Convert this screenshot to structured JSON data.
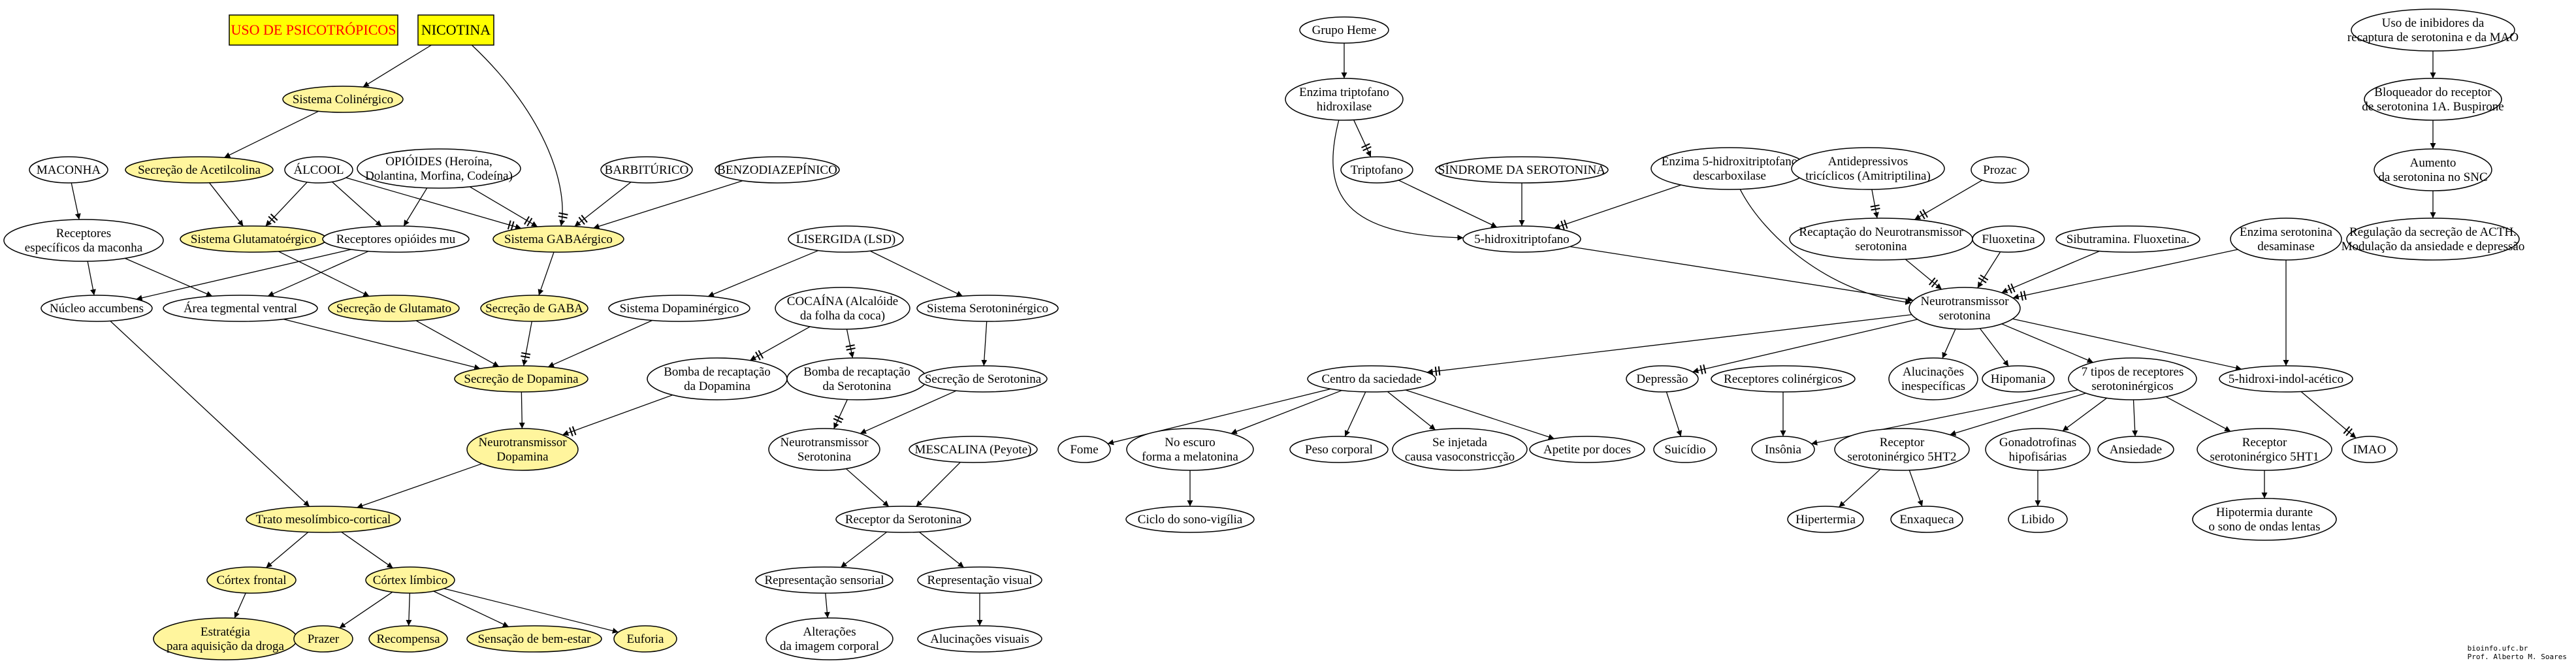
{
  "colors": {
    "highlight_fill": "#fff59d",
    "plain_fill": "#ffffff",
    "title_box_fill": "#ffff00",
    "title_box_text_red": "#ff0000",
    "title_box_text_black": "#000000",
    "line": "#000000"
  },
  "title_boxes": [
    {
      "id": "uso",
      "text": "USO DE PSICOTRÓPICOS",
      "text_color": "#ff0000"
    },
    {
      "id": "nicotina",
      "text": "NICOTINA",
      "text_color": "#000000"
    }
  ],
  "nodes": [
    {
      "id": "colinergico",
      "lines": [
        "Sistema Colinérgico"
      ],
      "highlight": true
    },
    {
      "id": "acetilcolina",
      "lines": [
        "Secreção de Acetilcolina"
      ],
      "highlight": true
    },
    {
      "id": "maconha",
      "lines": [
        "MACONHA"
      ],
      "highlight": false
    },
    {
      "id": "alcool",
      "lines": [
        "ÁLCOOL"
      ],
      "highlight": false
    },
    {
      "id": "opioides",
      "lines": [
        "OPIÓIDES (Heroína,",
        "Dolantina, Morfina, Codeína)"
      ],
      "highlight": false
    },
    {
      "id": "barbiturico",
      "lines": [
        "BARBITÚRICO"
      ],
      "highlight": false
    },
    {
      "id": "benzo",
      "lines": [
        "BENZODIAZEPÍNICO"
      ],
      "highlight": false
    },
    {
      "id": "rec_maconha",
      "lines": [
        "Receptores",
        "específicos da maconha"
      ],
      "highlight": false
    },
    {
      "id": "glutamatergico",
      "lines": [
        "Sistema Glutamatoérgico"
      ],
      "highlight": true
    },
    {
      "id": "rec_opioides",
      "lines": [
        "Receptores opióides mu"
      ],
      "highlight": false
    },
    {
      "id": "gabaergico",
      "lines": [
        "Sistema GABAérgico"
      ],
      "highlight": true
    },
    {
      "id": "lsd",
      "lines": [
        "LISERGIDA (LSD)"
      ],
      "highlight": false
    },
    {
      "id": "nucleo",
      "lines": [
        "Núcleo accumbens"
      ],
      "highlight": false
    },
    {
      "id": "area_teg",
      "lines": [
        "Área tegmental ventral"
      ],
      "highlight": false
    },
    {
      "id": "sec_glutamato",
      "lines": [
        "Secreção de Glutamato"
      ],
      "highlight": true
    },
    {
      "id": "sec_gaba",
      "lines": [
        "Secreção de GABA"
      ],
      "highlight": true
    },
    {
      "id": "dopaminergico",
      "lines": [
        "Sistema Dopaminérgico"
      ],
      "highlight": false
    },
    {
      "id": "cocaina",
      "lines": [
        "COCAÍNA (Alcalóide",
        "da folha da coca)"
      ],
      "highlight": false
    },
    {
      "id": "serotoninergico",
      "lines": [
        "Sistema Serotoninérgico"
      ],
      "highlight": false
    },
    {
      "id": "bomba_dopa",
      "lines": [
        "Bomba de recaptação",
        "da Dopamina"
      ],
      "highlight": false
    },
    {
      "id": "sec_dopamina",
      "lines": [
        "Secreção de Dopamina"
      ],
      "highlight": true
    },
    {
      "id": "bomba_sero",
      "lines": [
        "Bomba de recaptação",
        "da Serotonina"
      ],
      "highlight": false
    },
    {
      "id": "sec_sero",
      "lines": [
        "Secreção de Serotonina"
      ],
      "highlight": false
    },
    {
      "id": "nt_dopamina",
      "lines": [
        "Neurotransmissor",
        "Dopamina"
      ],
      "highlight": true
    },
    {
      "id": "nt_sero_left",
      "lines": [
        "Neurotransmissor",
        "Serotonina"
      ],
      "highlight": false
    },
    {
      "id": "mescalina",
      "lines": [
        "MESCALINA (Peyote)"
      ],
      "highlight": false
    },
    {
      "id": "trato",
      "lines": [
        "Trato mesolímbico-cortical"
      ],
      "highlight": true
    },
    {
      "id": "receptor_sero",
      "lines": [
        "Receptor da Serotonina"
      ],
      "highlight": false
    },
    {
      "id": "cortex_frontal",
      "lines": [
        "Córtex frontal"
      ],
      "highlight": true
    },
    {
      "id": "cortex_limbico",
      "lines": [
        "Córtex límbico"
      ],
      "highlight": true
    },
    {
      "id": "rep_sensorial",
      "lines": [
        "Representação sensorial"
      ],
      "highlight": false
    },
    {
      "id": "rep_visual",
      "lines": [
        "Representação visual"
      ],
      "highlight": false
    },
    {
      "id": "estrategia",
      "lines": [
        "Estratégia",
        "para aquisição da droga"
      ],
      "highlight": true
    },
    {
      "id": "prazer",
      "lines": [
        "Prazer"
      ],
      "highlight": true
    },
    {
      "id": "recompensa",
      "lines": [
        "Recompensa"
      ],
      "highlight": true
    },
    {
      "id": "bem_estar",
      "lines": [
        "Sensação de bem-estar"
      ],
      "highlight": true
    },
    {
      "id": "euforia",
      "lines": [
        "Euforia"
      ],
      "highlight": true
    },
    {
      "id": "alteracoes",
      "lines": [
        "Alterações",
        "da imagem corporal"
      ],
      "highlight": false
    },
    {
      "id": "aluc_visuais",
      "lines": [
        "Alucinações visuais"
      ],
      "highlight": false
    },
    {
      "id": "grupo_heme",
      "lines": [
        "Grupo Heme"
      ],
      "highlight": false
    },
    {
      "id": "enzima_trip",
      "lines": [
        "Enzima triptofano",
        "hidroxilase"
      ],
      "highlight": false
    },
    {
      "id": "triptofano",
      "lines": [
        "Triptofano"
      ],
      "highlight": false
    },
    {
      "id": "sindrome",
      "lines": [
        "SÍNDROME DA SEROTONINA"
      ],
      "highlight": false
    },
    {
      "id": "enzima_5htp",
      "lines": [
        "Enzima 5-hidroxitriptofano",
        "descarboxilase"
      ],
      "highlight": false
    },
    {
      "id": "antidepressivos",
      "lines": [
        "Antidepressivos",
        "tricíclicos (Amitriptilina)"
      ],
      "highlight": false
    },
    {
      "id": "prozac",
      "lines": [
        "Prozac"
      ],
      "highlight": false
    },
    {
      "id": "uso_mao",
      "lines": [
        "Uso de inibidores da",
        "recaptura de serotonina e da MAO"
      ],
      "highlight": false
    },
    {
      "id": "bloqueador",
      "lines": [
        "Bloqueador do receptor",
        "de serotonina 1A. Buspirone"
      ],
      "highlight": false
    },
    {
      "id": "aumento",
      "lines": [
        "Aumento",
        "da serotonina no SNC"
      ],
      "highlight": false
    },
    {
      "id": "regulacao",
      "lines": [
        "Regulação da secreção de ACTH.",
        "Modulação da ansiedade e depressão"
      ],
      "highlight": false
    },
    {
      "id": "hidroxitriptofano",
      "lines": [
        "5-hidroxitriptofano"
      ],
      "highlight": false
    },
    {
      "id": "recaptacao",
      "lines": [
        "Recaptação do Neurotransmissor",
        "serotonina"
      ],
      "highlight": false
    },
    {
      "id": "fluoxetina",
      "lines": [
        "Fluoxetina"
      ],
      "highlight": false
    },
    {
      "id": "sibutramina",
      "lines": [
        "Sibutramina. Fluoxetina."
      ],
      "highlight": false
    },
    {
      "id": "enzima_sero",
      "lines": [
        "Enzima serotonina",
        "desaminase"
      ],
      "highlight": false
    },
    {
      "id": "nt_sero_right",
      "lines": [
        "Neurotransmissor",
        "serotonina"
      ],
      "highlight": false
    },
    {
      "id": "centro_saciedade",
      "lines": [
        "Centro da saciedade"
      ],
      "highlight": false
    },
    {
      "id": "depressao",
      "lines": [
        "Depressão"
      ],
      "highlight": false
    },
    {
      "id": "rec_colinergicos",
      "lines": [
        "Receptores colinérgicos"
      ],
      "highlight": false
    },
    {
      "id": "alucinacoes",
      "lines": [
        "Alucinações",
        "inespecíficas"
      ],
      "highlight": false
    },
    {
      "id": "hipomania",
      "lines": [
        "Hipomania"
      ],
      "highlight": false
    },
    {
      "id": "tipos_receptores",
      "lines": [
        "7 tipos de receptores",
        "serotoninérgicos"
      ],
      "highlight": false
    },
    {
      "id": "hidroxi_indol",
      "lines": [
        "5-hidroxi-indol-acético"
      ],
      "highlight": false
    },
    {
      "id": "fome",
      "lines": [
        "Fome"
      ],
      "highlight": false
    },
    {
      "id": "no_escuro",
      "lines": [
        "No escuro",
        "forma a melatonina"
      ],
      "highlight": false
    },
    {
      "id": "peso",
      "lines": [
        "Peso corporal"
      ],
      "highlight": false
    },
    {
      "id": "injetada",
      "lines": [
        "Se injetada",
        "causa vasoconstricção"
      ],
      "highlight": false
    },
    {
      "id": "apetite",
      "lines": [
        "Apetite por doces"
      ],
      "highlight": false
    },
    {
      "id": "suicidio",
      "lines": [
        "Suicídio"
      ],
      "highlight": false
    },
    {
      "id": "insonia",
      "lines": [
        "Insônia"
      ],
      "highlight": false
    },
    {
      "id": "receptor_5ht2",
      "lines": [
        "Receptor",
        "serotoninérgico 5HT2"
      ],
      "highlight": false
    },
    {
      "id": "gonadotrofinas",
      "lines": [
        "Gonadotrofinas",
        "hipofisárias"
      ],
      "highlight": false
    },
    {
      "id": "ansiedade",
      "lines": [
        "Ansiedade"
      ],
      "highlight": false
    },
    {
      "id": "receptor_5ht1",
      "lines": [
        "Receptor",
        "serotoninérgico 5HT1"
      ],
      "highlight": false
    },
    {
      "id": "imao",
      "lines": [
        "IMAO"
      ],
      "highlight": false
    },
    {
      "id": "ciclo",
      "lines": [
        "Ciclo do sono-vigília"
      ],
      "highlight": false
    },
    {
      "id": "hipertermia",
      "lines": [
        "Hipertermia"
      ],
      "highlight": false
    },
    {
      "id": "enxaqueca",
      "lines": [
        "Enxaqueca"
      ],
      "highlight": false
    },
    {
      "id": "libido",
      "lines": [
        "Libido"
      ],
      "highlight": false
    },
    {
      "id": "hipotermia",
      "lines": [
        "Hipotermia durante",
        "o sono de ondas lentas"
      ],
      "highlight": false
    }
  ],
  "edges": [
    {
      "from": "nicotina",
      "to": "colinergico",
      "inhibit": false
    },
    {
      "from": "nicotina",
      "to": "gabaergico",
      "inhibit": true
    },
    {
      "from": "colinergico",
      "to": "acetilcolina",
      "inhibit": false
    },
    {
      "from": "acetilcolina",
      "to": "glutamatergico",
      "inhibit": false
    },
    {
      "from": "alcool",
      "to": "glutamatergico",
      "inhibit": true
    },
    {
      "from": "alcool",
      "to": "rec_opioides",
      "inhibit": false
    },
    {
      "from": "alcool",
      "to": "gabaergico",
      "inhibit": true
    },
    {
      "from": "opioides",
      "to": "rec_opioides",
      "inhibit": false
    },
    {
      "from": "opioides",
      "to": "gabaergico",
      "inhibit": true
    },
    {
      "from": "barbiturico",
      "to": "gabaergico",
      "inhibit": true
    },
    {
      "from": "benzo",
      "to": "gabaergico",
      "inhibit": false
    },
    {
      "from": "maconha",
      "to": "rec_maconha",
      "inhibit": false
    },
    {
      "from": "rec_maconha",
      "to": "nucleo",
      "inhibit": false
    },
    {
      "from": "rec_maconha",
      "to": "area_teg",
      "inhibit": false
    },
    {
      "from": "rec_opioides",
      "to": "nucleo",
      "inhibit": false
    },
    {
      "from": "rec_opioides",
      "to": "area_teg",
      "inhibit": false
    },
    {
      "from": "glutamatergico",
      "to": "sec_glutamato",
      "inhibit": false
    },
    {
      "from": "gabaergico",
      "to": "sec_gaba",
      "inhibit": false
    },
    {
      "from": "lsd",
      "to": "dopaminergico",
      "inhibit": false
    },
    {
      "from": "lsd",
      "to": "serotoninergico",
      "inhibit": false
    },
    {
      "from": "sec_glutamato",
      "to": "sec_dopamina",
      "inhibit": false
    },
    {
      "from": "sec_gaba",
      "to": "sec_dopamina",
      "inhibit": true
    },
    {
      "from": "area_teg",
      "to": "sec_dopamina",
      "inhibit": false
    },
    {
      "from": "dopaminergico",
      "to": "sec_dopamina",
      "inhibit": false
    },
    {
      "from": "cocaina",
      "to": "bomba_dopa",
      "inhibit": true
    },
    {
      "from": "cocaina",
      "to": "bomba_sero",
      "inhibit": true
    },
    {
      "from": "serotoninergico",
      "to": "sec_sero",
      "inhibit": false
    },
    {
      "from": "sec_dopamina",
      "to": "nt_dopamina",
      "inhibit": false
    },
    {
      "from": "bomba_dopa",
      "to": "nt_dopamina",
      "inhibit": true
    },
    {
      "from": "bomba_sero",
      "to": "nt_sero_left",
      "inhibit": true
    },
    {
      "from": "sec_sero",
      "to": "nt_sero_left",
      "inhibit": false
    },
    {
      "from": "nucleo",
      "to": "trato",
      "inhibit": false
    },
    {
      "from": "nt_dopamina",
      "to": "trato",
      "inhibit": false
    },
    {
      "from": "nt_sero_left",
      "to": "receptor_sero",
      "inhibit": false
    },
    {
      "from": "mescalina",
      "to": "receptor_sero",
      "inhibit": false
    },
    {
      "from": "trato",
      "to": "cortex_frontal",
      "inhibit": false
    },
    {
      "from": "trato",
      "to": "cortex_limbico",
      "inhibit": false
    },
    {
      "from": "receptor_sero",
      "to": "rep_sensorial",
      "inhibit": false
    },
    {
      "from": "receptor_sero",
      "to": "rep_visual",
      "inhibit": false
    },
    {
      "from": "cortex_frontal",
      "to": "estrategia",
      "inhibit": false
    },
    {
      "from": "cortex_limbico",
      "to": "prazer",
      "inhibit": false
    },
    {
      "from": "cortex_limbico",
      "to": "recompensa",
      "inhibit": false
    },
    {
      "from": "cortex_limbico",
      "to": "bem_estar",
      "inhibit": false
    },
    {
      "from": "cortex_limbico",
      "to": "euforia",
      "inhibit": false
    },
    {
      "from": "rep_sensorial",
      "to": "alteracoes",
      "inhibit": false
    },
    {
      "from": "rep_visual",
      "to": "aluc_visuais",
      "inhibit": false
    },
    {
      "from": "grupo_heme",
      "to": "enzima_trip",
      "inhibit": false
    },
    {
      "from": "enzima_trip",
      "to": "triptofano",
      "inhibit": true
    },
    {
      "from": "enzima_trip",
      "to": "hidroxitriptofano",
      "inhibit": false
    },
    {
      "from": "triptofano",
      "to": "hidroxitriptofano",
      "inhibit": false
    },
    {
      "from": "sindrome",
      "to": "hidroxitriptofano",
      "inhibit": false
    },
    {
      "from": "enzima_5htp",
      "to": "hidroxitriptofano",
      "inhibit": true
    },
    {
      "from": "enzima_5htp",
      "to": "nt_sero_right",
      "inhibit": false
    },
    {
      "from": "antidepressivos",
      "to": "recaptacao",
      "inhibit": true
    },
    {
      "from": "prozac",
      "to": "recaptacao",
      "inhibit": true
    },
    {
      "from": "hidroxitriptofano",
      "to": "nt_sero_right",
      "inhibit": false
    },
    {
      "from": "recaptacao",
      "to": "nt_sero_right",
      "inhibit": true
    },
    {
      "from": "fluoxetina",
      "to": "nt_sero_right",
      "inhibit": true
    },
    {
      "from": "sibutramina",
      "to": "nt_sero_right",
      "inhibit": true
    },
    {
      "from": "enzima_sero",
      "to": "nt_sero_right",
      "inhibit": true
    },
    {
      "from": "enzima_sero",
      "to": "hidroxi_indol",
      "inhibit": false
    },
    {
      "from": "uso_mao",
      "to": "bloqueador",
      "inhibit": false
    },
    {
      "from": "bloqueador",
      "to": "aumento",
      "inhibit": false
    },
    {
      "from": "aumento",
      "to": "regulacao",
      "inhibit": false
    },
    {
      "from": "nt_sero_right",
      "to": "centro_saciedade",
      "inhibit": true
    },
    {
      "from": "nt_sero_right",
      "to": "depressao",
      "inhibit": true
    },
    {
      "from": "nt_sero_right",
      "to": "alucinacoes",
      "inhibit": false
    },
    {
      "from": "nt_sero_right",
      "to": "hipomania",
      "inhibit": false
    },
    {
      "from": "nt_sero_right",
      "to": "tipos_receptores",
      "inhibit": false
    },
    {
      "from": "nt_sero_right",
      "to": "hidroxi_indol",
      "inhibit": false
    },
    {
      "from": "centro_saciedade",
      "to": "fome",
      "inhibit": false
    },
    {
      "from": "centro_saciedade",
      "to": "no_escuro",
      "inhibit": false
    },
    {
      "from": "centro_saciedade",
      "to": "peso",
      "inhibit": false
    },
    {
      "from": "centro_saciedade",
      "to": "injetada",
      "inhibit": false
    },
    {
      "from": "centro_saciedade",
      "to": "apetite",
      "inhibit": false
    },
    {
      "from": "no_escuro",
      "to": "ciclo",
      "inhibit": false
    },
    {
      "from": "depressao",
      "to": "suicidio",
      "inhibit": false
    },
    {
      "from": "rec_colinergicos",
      "to": "insonia",
      "inhibit": false
    },
    {
      "from": "tipos_receptores",
      "to": "insonia",
      "inhibit": false
    },
    {
      "from": "tipos_receptores",
      "to": "receptor_5ht2",
      "inhibit": false
    },
    {
      "from": "tipos_receptores",
      "to": "gonadotrofinas",
      "inhibit": false
    },
    {
      "from": "tipos_receptores",
      "to": "ansiedade",
      "inhibit": false
    },
    {
      "from": "tipos_receptores",
      "to": "receptor_5ht1",
      "inhibit": false
    },
    {
      "from": "hidroxi_indol",
      "to": "imao",
      "inhibit": true
    },
    {
      "from": "receptor_5ht2",
      "to": "hipertermia",
      "inhibit": false
    },
    {
      "from": "receptor_5ht2",
      "to": "enxaqueca",
      "inhibit": false
    },
    {
      "from": "gonadotrofinas",
      "to": "libido",
      "inhibit": false
    },
    {
      "from": "receptor_5ht1",
      "to": "hipotermia",
      "inhibit": false
    }
  ],
  "credit": {
    "line1": "bioinfo.ufc.br",
    "line2": "Prof. Alberto M. Soares"
  }
}
